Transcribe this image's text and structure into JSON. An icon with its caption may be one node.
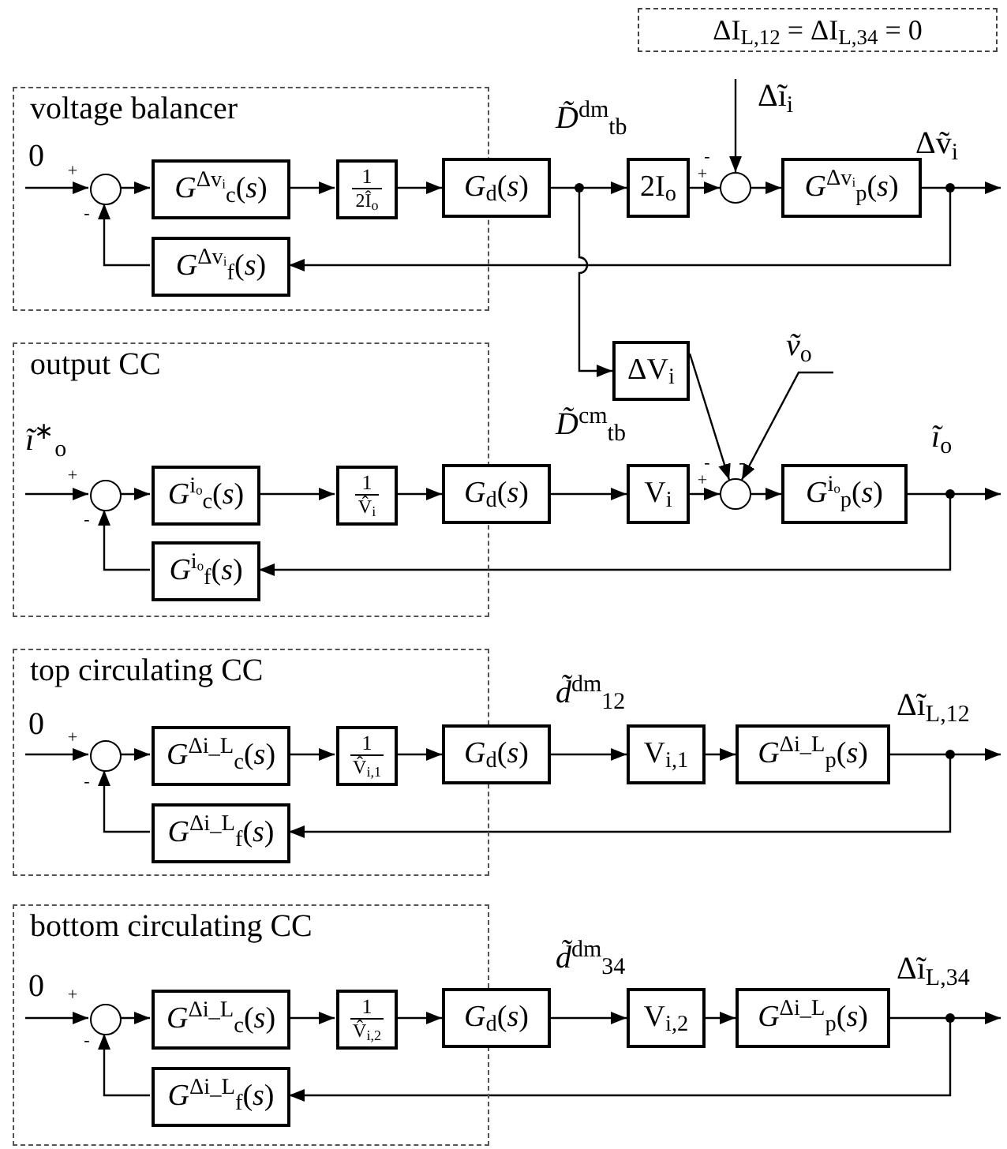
{
  "diagram": {
    "nodes": [
      {
        "text": [
          "voltage balancer"
        ]
      },
      {
        "text": [],
        "shape": "circle",
        "in": 0
      },
      {
        "text": [
          "*G*$^{Δvᵢ}$$_{c}$(*s*)"
        ],
        "in": 0
      },
      {
        "text": [
          "1",
          "2Î$_{o}$"
        ],
        "in": 0
      },
      {
        "text": [
          "*G*$^{Δvᵢ}$$_{f}$(*s*)"
        ],
        "in": 0
      },
      {
        "text": [
          "*G*$_{d}$(*s*)"
        ]
      },
      {
        "text": [
          "2I$_{o}$"
        ]
      },
      {
        "text": [],
        "shape": "circle"
      },
      {
        "text": [
          "*G*$^{Δvᵢ}$$_{p}$(*s*)"
        ]
      },
      {
        "text": [
          "ΔV$_{i}$"
        ]
      },
      {
        "text": [
          "output CC"
        ]
      },
      {
        "text": [],
        "shape": "circle",
        "in": 10
      },
      {
        "text": [
          "*G*$^{iₒ}$$_{c}$(*s*)"
        ],
        "in": 10
      },
      {
        "text": [
          "1",
          "V̂$_{i}$"
        ],
        "in": 10
      },
      {
        "text": [
          "*G*$^{iₒ}$$_{f}$(*s*)"
        ],
        "in": 10
      },
      {
        "text": [
          "*G*$_{d}$(*s*)"
        ]
      },
      {
        "text": [
          "V$_{i}$"
        ]
      },
      {
        "text": [],
        "shape": "circle"
      },
      {
        "text": [
          "*G*$^{iₒ}$$_{p}$(*s*)"
        ]
      },
      {
        "text": [
          "top circulating CC"
        ]
      },
      {
        "text": [],
        "shape": "circle",
        "in": 19
      },
      {
        "text": [
          "*G*$^{Δi_L}$$_{c}$(*s*)"
        ],
        "in": 19
      },
      {
        "text": [
          "1",
          "V̂$_{i,1}$"
        ],
        "in": 19
      },
      {
        "text": [
          "*G*$^{Δi_L}$$_{f}$(*s*)"
        ],
        "in": 19
      },
      {
        "text": [
          "*G*$_{d}$(*s*)"
        ]
      },
      {
        "text": [
          "V$_{i,1}$"
        ]
      },
      {
        "text": [
          "*G*$^{Δi_L}$$_{p}$(*s*)"
        ]
      },
      {
        "text": [
          "bottom circulating CC"
        ]
      },
      {
        "text": [],
        "shape": "circle",
        "in": 27
      },
      {
        "text": [
          "*G*$^{Δi_L}$$_{c}$(*s*)"
        ],
        "in": 27
      },
      {
        "text": [
          "1",
          "V̂$_{i,2}$"
        ],
        "in": 27
      },
      {
        "text": [
          "*G*$^{Δi_L}$$_{f}$(*s*)"
        ],
        "in": 27
      },
      {
        "text": [
          "*G*$_{d}$(*s*)"
        ]
      },
      {
        "text": [
          "V$_{i,2}$"
        ]
      },
      {
        "text": [
          "*G*$^{Δi_L}$$_{p}$(*s*)"
        ]
      },
      {
        "text": [
          "ΔI$_{L,12}$ = ΔI$_{L,34}$ = 0"
        ]
      }
    ],
    "edges": [
      {
        "from": null,
        "to": 1,
        "arrow": "to",
        "label": "0"
      },
      {
        "from": 1,
        "to": 2,
        "arrow": "to"
      },
      {
        "from": 2,
        "to": 3,
        "arrow": "to"
      },
      {
        "from": 3,
        "to": 5,
        "arrow": "to"
      },
      {
        "from": 5,
        "to": 6,
        "arrow": "to",
        "label": "*D̃*$^{dm}$$_{tb}$"
      },
      {
        "from": 5,
        "to": 9,
        "arrow": "to"
      },
      {
        "from": 6,
        "to": 7,
        "arrow": "to"
      },
      {
        "from": null,
        "to": 7,
        "arrow": "to",
        "label": "Δĩ$_{i}$"
      },
      {
        "from": 7,
        "to": 8,
        "arrow": "to"
      },
      {
        "from": 8,
        "to": null,
        "arrow": "to",
        "label": "Δṽ$_{i}$"
      },
      {
        "from": 8,
        "to": 4,
        "arrow": "to"
      },
      {
        "from": 4,
        "to": 1,
        "arrow": "to"
      },
      {
        "from": null,
        "to": 11,
        "arrow": "to",
        "label": "*ĩ*$^{∗}$$_{o}$"
      },
      {
        "from": 11,
        "to": 12,
        "arrow": "to"
      },
      {
        "from": 12,
        "to": 13,
        "arrow": "to"
      },
      {
        "from": 13,
        "to": 15,
        "arrow": "to"
      },
      {
        "from": 15,
        "to": 16,
        "arrow": "to",
        "label": "*D̃*$^{cm}$$_{tb}$"
      },
      {
        "from": 16,
        "to": 17,
        "arrow": "to"
      },
      {
        "from": 9,
        "to": 17,
        "arrow": "to"
      },
      {
        "from": null,
        "to": 17,
        "arrow": "to",
        "label": "*ṽ*$_{o}$"
      },
      {
        "from": 17,
        "to": 18,
        "arrow": "to"
      },
      {
        "from": 18,
        "to": null,
        "arrow": "to",
        "label": "*ĩ*$_{o}$"
      },
      {
        "from": 18,
        "to": 14,
        "arrow": "to"
      },
      {
        "from": 14,
        "to": 11,
        "arrow": "to"
      },
      {
        "from": null,
        "to": 20,
        "arrow": "to",
        "label": "0"
      },
      {
        "from": 20,
        "to": 21,
        "arrow": "to"
      },
      {
        "from": 21,
        "to": 22,
        "arrow": "to"
      },
      {
        "from": 22,
        "to": 24,
        "arrow": "to"
      },
      {
        "from": 24,
        "to": 25,
        "arrow": "to",
        "label": "*d̃*$^{dm}$$_{12}$"
      },
      {
        "from": 25,
        "to": 26,
        "arrow": "to"
      },
      {
        "from": 26,
        "to": null,
        "arrow": "to",
        "label": "Δĩ$_{L,12}$"
      },
      {
        "from": 26,
        "to": 23,
        "arrow": "to"
      },
      {
        "from": 23,
        "to": 20,
        "arrow": "to"
      },
      {
        "from": null,
        "to": 28,
        "arrow": "to",
        "label": "0"
      },
      {
        "from": 28,
        "to": 29,
        "arrow": "to"
      },
      {
        "from": 29,
        "to": 30,
        "arrow": "to"
      },
      {
        "from": 30,
        "to": 32,
        "arrow": "to"
      },
      {
        "from": 32,
        "to": 33,
        "arrow": "to",
        "label": "*d̃*$^{dm}$$_{34}$"
      },
      {
        "from": 33,
        "to": 34,
        "arrow": "to"
      },
      {
        "from": 34,
        "to": null,
        "arrow": "to",
        "label": "Δĩ$_{L,34}$"
      },
      {
        "from": 34,
        "to": 31,
        "arrow": "to"
      },
      {
        "from": 31,
        "to": 28,
        "arrow": "to"
      }
    ],
    "labels": [
      "+",
      "-",
      "-",
      "+",
      "+",
      "-",
      "-",
      "-",
      "+",
      "+",
      "-",
      "+",
      "-"
    ]
  }
}
